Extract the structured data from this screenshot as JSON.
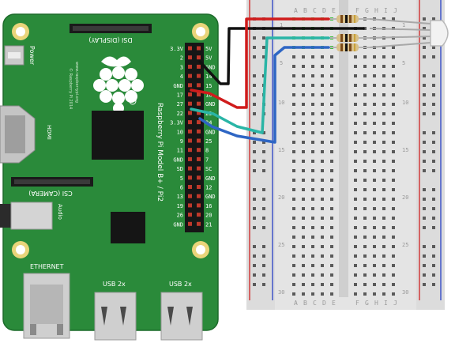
{
  "board": {
    "name": "Raspberry Pi Model B+ / Pi2",
    "dsi_label": "DSI (DISPLAY)",
    "csi_label": "CSI (CAMERA)",
    "hdmi_label": "HDMI",
    "power_label": "Power",
    "audio_label": "Audio",
    "ethernet_label": "ETHERNET",
    "usb_label": "USB 2x",
    "url_text": "www.raspberrypi.org",
    "copyright_text": "© Raspberry Pi 2014",
    "left_pins": [
      "3.3V",
      "2",
      "3",
      "4",
      "GND",
      "17",
      "27",
      "22",
      "3.3V",
      "10",
      "9",
      "11",
      "GND",
      "SD",
      "5",
      "6",
      "13",
      "19",
      "26",
      "GND"
    ],
    "right_pins": [
      "5V",
      "5V",
      "GND",
      "14",
      "15",
      "18",
      "GND",
      "23",
      "24",
      "GND",
      "25",
      "8",
      "7",
      "SC",
      "GND",
      "12",
      "GND",
      "16",
      "20",
      "21"
    ]
  },
  "breadboard": {
    "col_letters_left": [
      "A",
      "B",
      "C",
      "D",
      "E"
    ],
    "col_letters_right": [
      "F",
      "G",
      "H",
      "I",
      "J"
    ],
    "row_numbers": [
      "1",
      "5",
      "10",
      "15",
      "20",
      "25",
      "30"
    ]
  },
  "colors": {
    "pcb": "#2a8a3a",
    "wire_red": "#d01c1c",
    "wire_black": "#111111",
    "wire_teal": "#2ab5a6",
    "wire_blue": "#2e66c4",
    "rail_red": "#d23b3b",
    "rail_blue": "#3e54c8"
  }
}
